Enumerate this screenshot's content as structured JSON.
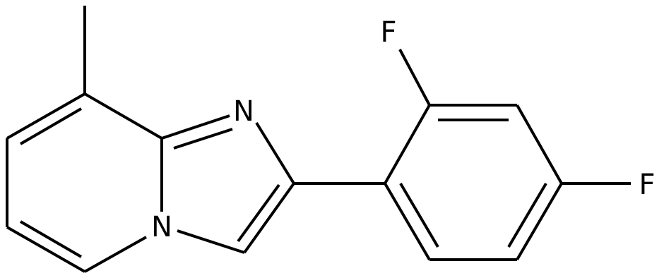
{
  "molecule": {
    "atoms": {
      "n_imine": "N",
      "n_bridge": "N",
      "f_ortho": "F",
      "f_para": "F"
    }
  }
}
